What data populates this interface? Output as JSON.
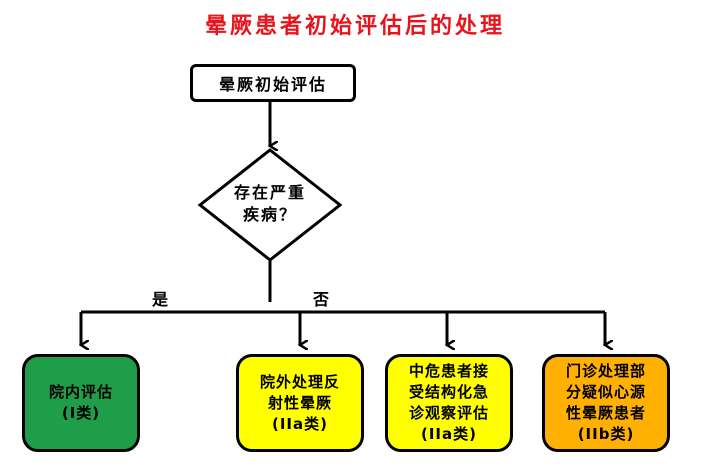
{
  "title": "晕厥患者初始评估后的处理",
  "colors": {
    "title": "#e8141b",
    "green": "#1f9d49",
    "yellow": "#ffff00",
    "orange": "#ffb000"
  },
  "start": {
    "label": "晕厥初始评估"
  },
  "decision": {
    "line1": "存在严重",
    "line2": "疾病？"
  },
  "branches": {
    "yes": "是",
    "no": "否"
  },
  "outcomes": [
    {
      "lines": [
        "院内评估",
        "(I类)"
      ]
    },
    {
      "lines": [
        "院外处理反",
        "射性晕厥",
        "(IIa类)"
      ]
    },
    {
      "lines": [
        "中危患者接",
        "受结构化急",
        "诊观察评估",
        "(IIa类)"
      ]
    },
    {
      "lines": [
        "门诊处理部",
        "分疑似心源",
        "性晕厥患者",
        "(IIb类)"
      ]
    }
  ]
}
